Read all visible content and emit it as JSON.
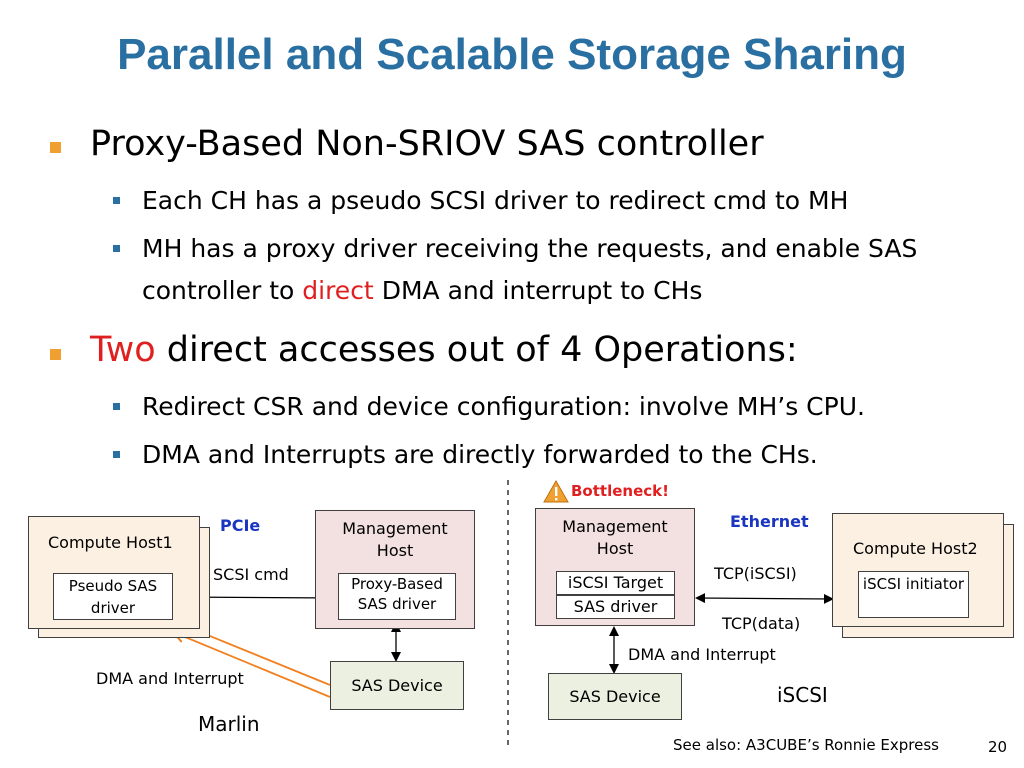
{
  "slide": {
    "title": "Parallel and Scalable Storage Sharing",
    "page_number": "20",
    "footer_note": "See also: A3CUBE’s Ronnie Express"
  },
  "bullets": {
    "b1": {
      "text": "Proxy-Based Non-SRIOV SAS controller"
    },
    "b1_sub1": {
      "text": "Each CH has a pseudo SCSI driver to redirect cmd to MH"
    },
    "b1_sub2": {
      "line1": "MH has a proxy driver receiving the requests, and enable SAS",
      "pre": "controller to ",
      "highlight": "direct",
      "post": " DMA and interrupt to CHs"
    },
    "b2": {
      "highlight": "Two",
      "rest": " direct accesses out of 4 Operations:"
    },
    "b2_sub1": {
      "text": "Redirect CSR and device configuration: involve MH’s CPU."
    },
    "b2_sub2": {
      "text": "DMA and Interrupts are directly forwarded to the CHs."
    }
  },
  "diagram_marlin": {
    "compute_host": "Compute Host1",
    "pseudo_driver": "Pseudo SAS driver",
    "pcie_label": "PCIe",
    "management_host": "Management Host",
    "proxy_driver": "Proxy-Based SAS driver",
    "scsi_cmd": "SCSI cmd",
    "dma_label": "DMA and Interrupt",
    "sas_device": "SAS Device",
    "caption": "Marlin"
  },
  "diagram_iscsi": {
    "bottleneck": "Bottleneck!",
    "management_host": "Management Host",
    "iscsi_target": "iSCSI Target",
    "sas_driver": "SAS driver",
    "ethernet_label": "Ethernet",
    "tcp_iscsi": "TCP(iSCSI)",
    "tcp_data": "TCP(data)",
    "compute_host": "Compute Host2",
    "iscsi_initiator": "iSCSI initiator",
    "dma_label": "DMA and Interrupt",
    "sas_device": "SAS Device",
    "caption": "iSCSI"
  },
  "colors": {
    "title_blue": "#2a6fa1",
    "bullet_orange": "#f0a030",
    "highlight_red": "#e02020",
    "compute_fill": "#fcf0e2",
    "mgmt_fill": "#f3e0e0",
    "device_fill": "#ebf0e0",
    "arrow_orange": "#f08020"
  }
}
